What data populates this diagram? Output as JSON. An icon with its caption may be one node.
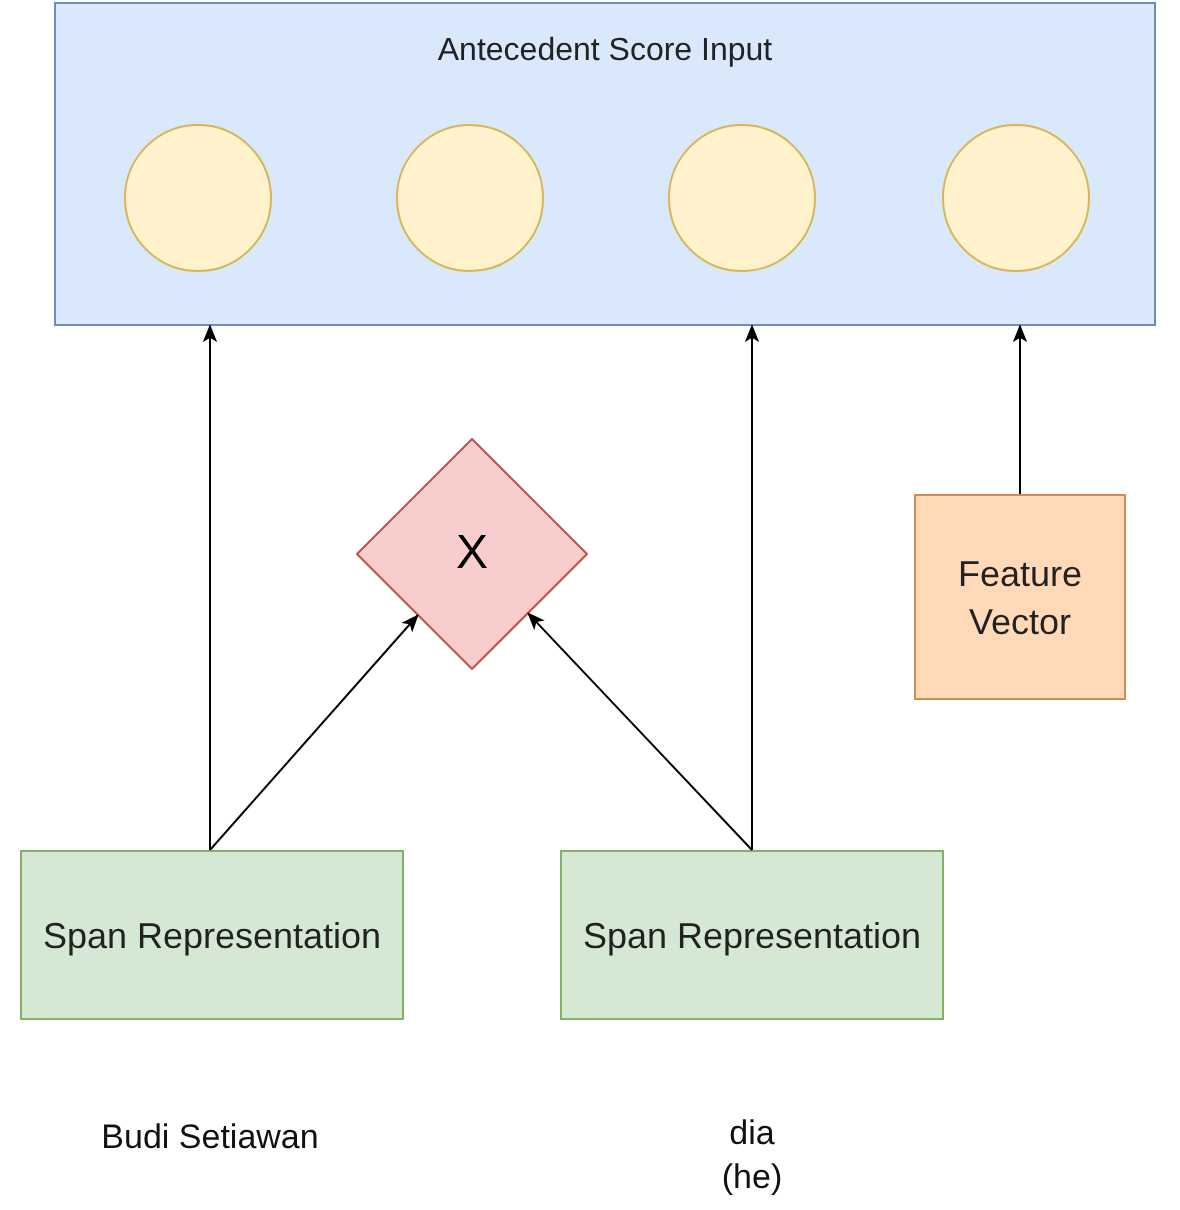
{
  "diagram": {
    "nodes": [
      {
        "text": [
          "Antecedent Score Input"
        ]
      },
      {
        "text": [],
        "shape": "circle",
        "in": 0
      },
      {
        "text": [],
        "shape": "circle",
        "in": 0
      },
      {
        "text": [],
        "shape": "circle",
        "in": 0
      },
      {
        "text": [],
        "shape": "circle",
        "in": 0
      },
      {
        "text": [
          "X"
        ]
      },
      {
        "text": [
          "Feature Vector"
        ]
      },
      {
        "text": [
          "Span Representation"
        ]
      },
      {
        "text": [
          "Span Representation"
        ]
      }
    ],
    "edges": [
      {
        "from": 7,
        "to": 0,
        "arrow": "to"
      },
      {
        "from": 7,
        "to": 5,
        "arrow": "to"
      },
      {
        "from": 8,
        "to": 5,
        "arrow": "to"
      },
      {
        "from": 8,
        "to": 0,
        "arrow": "to"
      },
      {
        "from": 6,
        "to": 0,
        "arrow": "to"
      }
    ],
    "labels": [
      "Budi Setiawan",
      "dia (he)"
    ]
  }
}
